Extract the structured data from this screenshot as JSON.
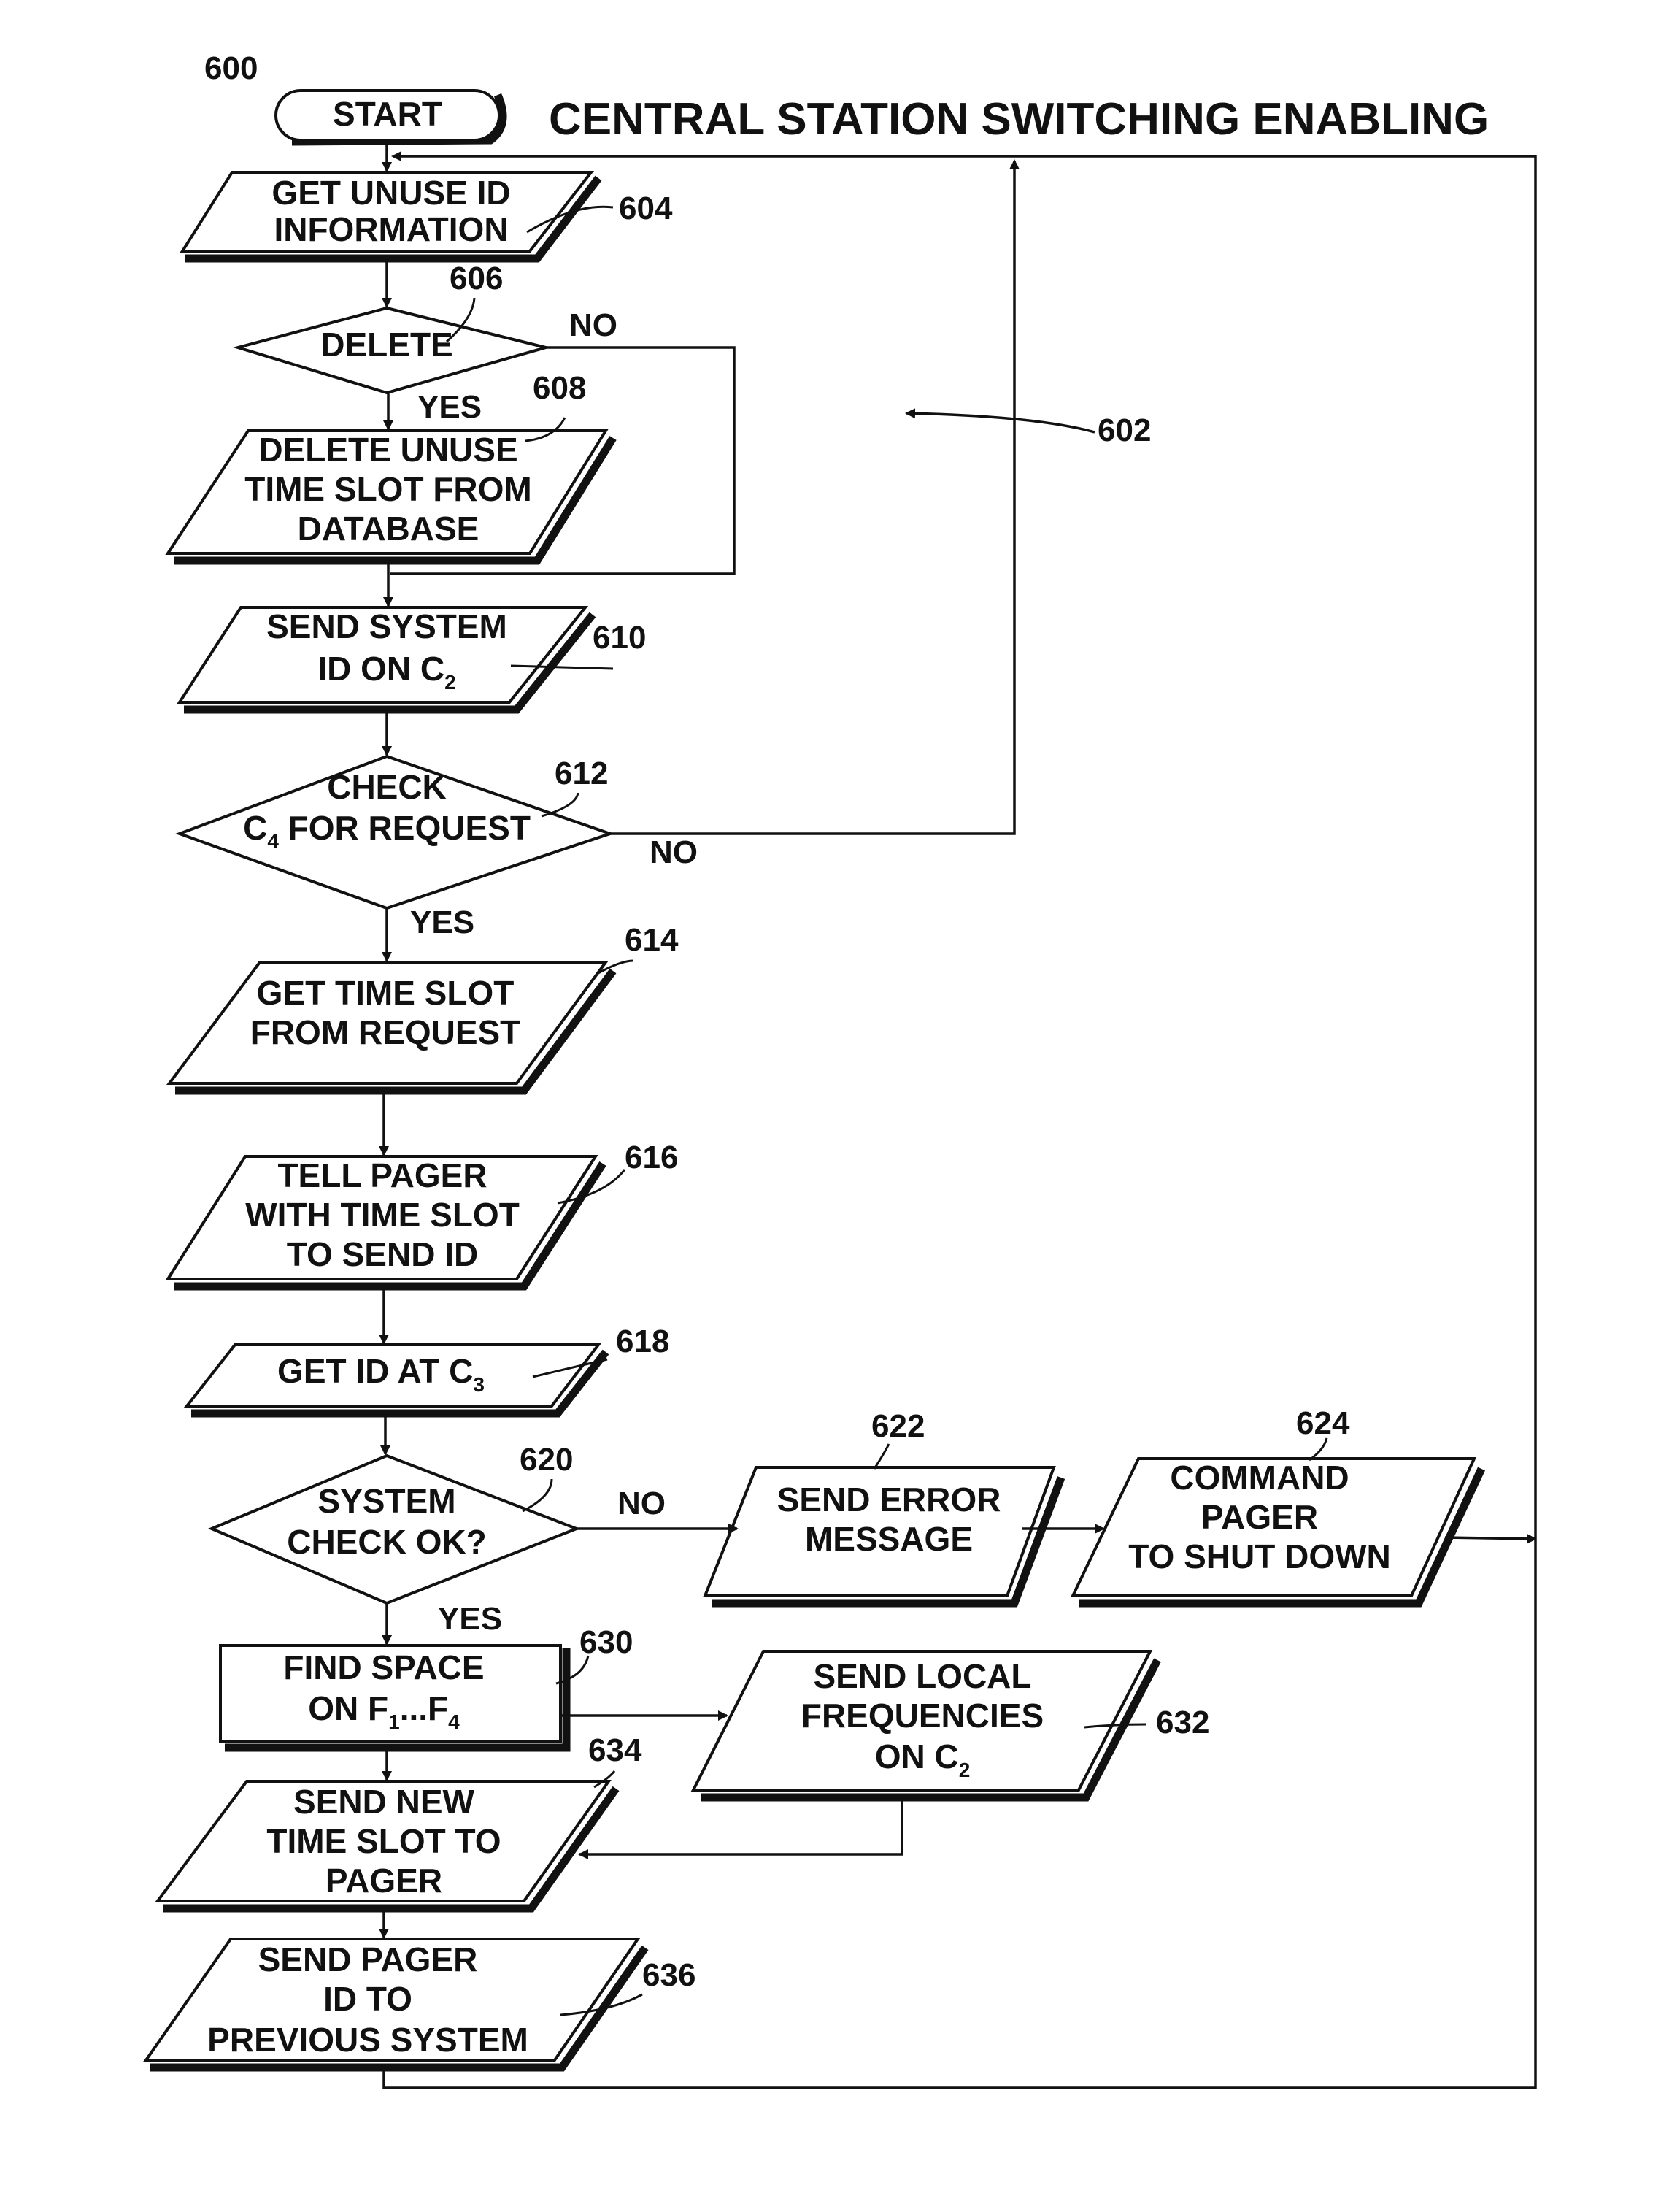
{
  "title": "CENTRAL STATION SWITCHING ENABLING",
  "start": {
    "ref": "600",
    "label": "START"
  },
  "loop_ref": "602",
  "steps": {
    "s604": {
      "ref": "604",
      "lines": [
        "GET UNUSE ID",
        "INFORMATION"
      ]
    },
    "s606": {
      "ref": "606",
      "lines": [
        "DELETE"
      ],
      "yes": "YES",
      "no": "NO"
    },
    "s608": {
      "ref": "608",
      "lines": [
        "DELETE UNUSE",
        "TIME SLOT FROM",
        "DATABASE"
      ]
    },
    "s610": {
      "ref": "610",
      "lines": [
        "SEND SYSTEM",
        "ID ON C",
        "2"
      ]
    },
    "s612": {
      "ref": "612",
      "lines": [
        "CHECK",
        "C",
        "4",
        " FOR REQUEST"
      ],
      "yes": "YES",
      "no": "NO"
    },
    "s614": {
      "ref": "614",
      "lines": [
        "GET TIME SLOT",
        "FROM REQUEST"
      ]
    },
    "s616": {
      "ref": "616",
      "lines": [
        "TELL PAGER",
        "WITH TIME SLOT",
        "TO SEND ID"
      ]
    },
    "s618": {
      "ref": "618",
      "lines": [
        "GET ID AT C",
        "3"
      ]
    },
    "s620": {
      "ref": "620",
      "lines": [
        "SYSTEM",
        "CHECK OK?"
      ],
      "yes": "YES",
      "no": "NO"
    },
    "s622": {
      "ref": "622",
      "lines": [
        "SEND ERROR",
        "MESSAGE"
      ]
    },
    "s624": {
      "ref": "624",
      "lines": [
        "COMMAND",
        "PAGER",
        "TO SHUT DOWN"
      ]
    },
    "s630": {
      "ref": "630",
      "lines": [
        "FIND SPACE",
        "ON F",
        "1",
        "...F",
        "4"
      ]
    },
    "s632": {
      "ref": "632",
      "lines": [
        "SEND LOCAL",
        "FREQUENCIES",
        "ON C",
        "2"
      ]
    },
    "s634": {
      "ref": "634",
      "lines": [
        "SEND NEW",
        "TIME SLOT TO",
        "PAGER"
      ]
    },
    "s636": {
      "ref": "636",
      "lines": [
        "SEND PAGER",
        "ID TO",
        "PREVIOUS SYSTEM"
      ]
    }
  }
}
